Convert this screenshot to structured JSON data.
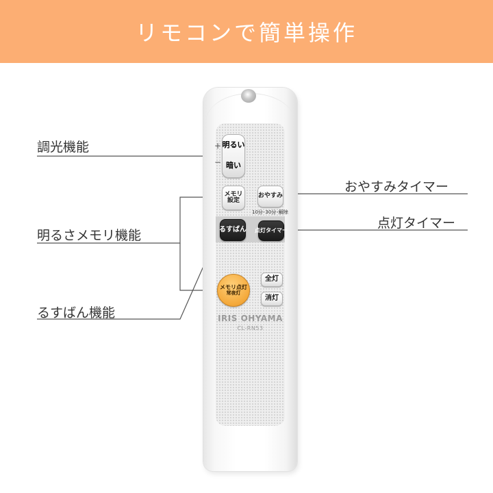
{
  "banner": {
    "title": "リモコンで簡単操作",
    "background": "#fcae73"
  },
  "callouts": {
    "dimming": "調光機能",
    "sleep_timer": "おやすみタイマー",
    "light_timer": "点灯タイマー",
    "memory": "明るさメモリ機能",
    "rusuban": "るすばん機能"
  },
  "remote": {
    "brightness_up": "明るい",
    "brightness_down": "暗い",
    "plus": "+",
    "minus": "−",
    "memory_set_1": "メモリ",
    "memory_set_2": "設定",
    "sleep": "おやすみ",
    "sleep_note": "10分･30分･解除",
    "rusuban": "るすばん",
    "light_timer": "点灯タイマー",
    "memory_light_1": "メモリ点灯",
    "memory_light_2": "常夜灯",
    "all_on": "全灯",
    "off": "消灯",
    "brand": "IRIS OHYAMA",
    "model": "CL-RN53"
  },
  "colors": {
    "accent": "#fcae73",
    "memory_key": "#f4a93b",
    "line": "#555555"
  }
}
